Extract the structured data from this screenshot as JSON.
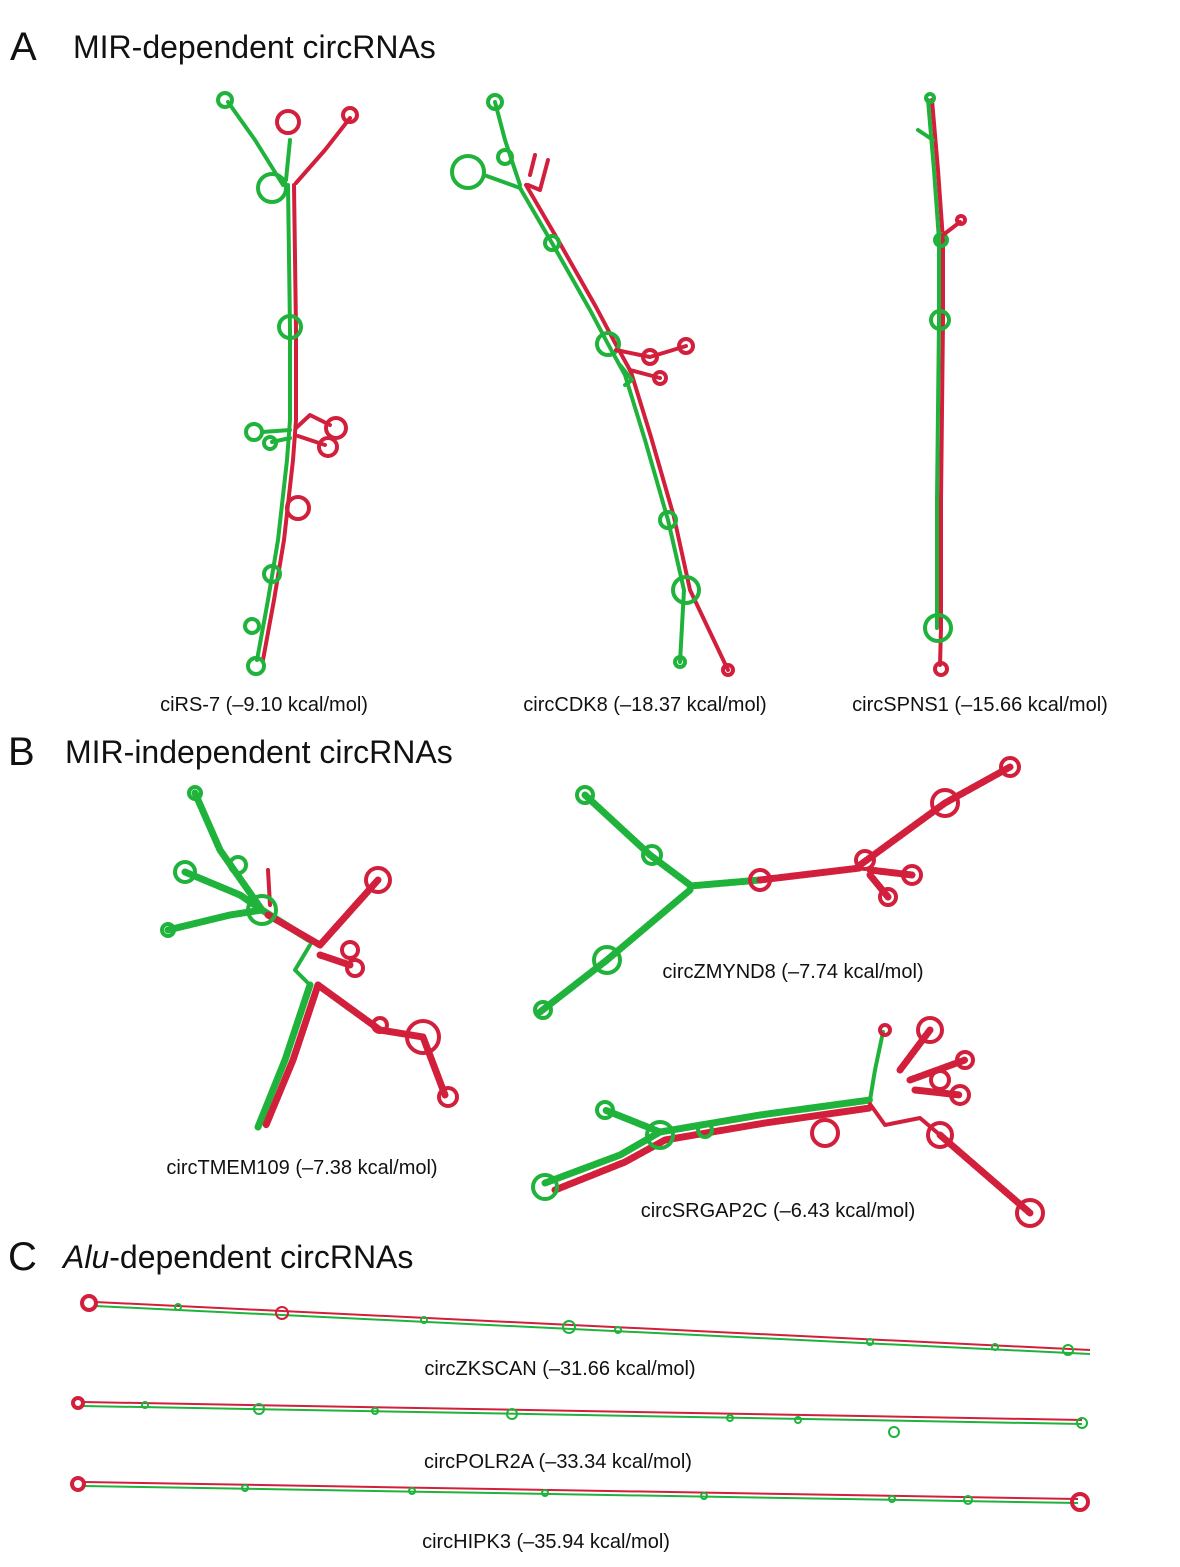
{
  "panels": [
    {
      "letter": "A",
      "title": "MIR-dependent circRNAs",
      "structures": [
        {
          "name": "ciRS-7",
          "label": "ciRS-7 (–9.10 kcal/mol)"
        },
        {
          "name": "circCDK8",
          "label": "circCDK8 (–18.37 kcal/mol)"
        },
        {
          "name": "circSPNS1",
          "label": "circSPNS1 (–15.66 kcal/mol)"
        }
      ]
    },
    {
      "letter": "B",
      "title": "MIR-independent circRNAs",
      "structures": [
        {
          "name": "circTMEM109",
          "label": "circTMEM109 (–7.38 kcal/mol)"
        },
        {
          "name": "circZMYND8",
          "label": "circZMYND8 (–7.74 kcal/mol)"
        },
        {
          "name": "circSRGAP2C",
          "label": "circSRGAP2C (–6.43 kcal/mol)"
        }
      ]
    },
    {
      "letter": "C",
      "title_italic": "Alu",
      "title_rest": "-dependent circRNAs",
      "structures": [
        {
          "name": "circZKSCAN",
          "label": "circZKSCAN (–31.66 kcal/mol)"
        },
        {
          "name": "circPOLR2A",
          "label": "circPOLR2A (–33.34 kcal/mol)"
        },
        {
          "name": "circHIPK3",
          "label": "circHIPK3 (–35.94 kcal/mol)"
        }
      ]
    }
  ],
  "colors": {
    "upstream_strand": "#1fb33c",
    "downstream_strand": "#d21f3c"
  }
}
